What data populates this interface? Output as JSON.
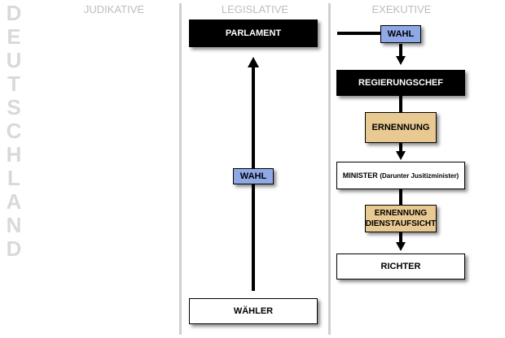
{
  "side_title": [
    "D",
    "E",
    "U",
    "T",
    "S",
    "C",
    "H",
    "L",
    "A",
    "N",
    "D"
  ],
  "columns": {
    "judikative": "JUDIKATIVE",
    "legislative": "LEGISLATIVE",
    "exekutive": "EXEKUTIVE"
  },
  "legislative": {
    "parlament": "PARLAMENT",
    "wahl": "WAHL",
    "waehler": "WÄHLER"
  },
  "exekutive": {
    "wahl": "WAHL",
    "regierungschef": "REGIERUNGSCHEF",
    "ernennung": "ERNENNUNG",
    "minister": "MINISTER",
    "minister_note": "(Darunter Jusitizminister)",
    "ernennung_dienstaufsicht_line1": "ERNENNUNG",
    "ernennung_dienstaufsicht_line2": "DIENSTAUFSICHT",
    "richter": "RICHTER"
  },
  "colors": {
    "black_box": "#000000",
    "wahl_box": "#8fa9e6",
    "ernennung_box": "#e8c992",
    "divider": "#cfcfcf",
    "header_text": "#bdbdbd",
    "side_title": "#d9d9d9"
  }
}
